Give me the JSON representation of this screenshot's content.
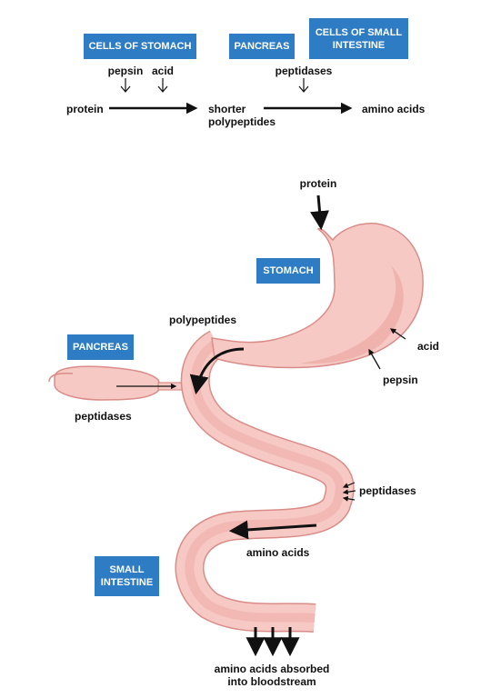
{
  "flow": {
    "boxes": {
      "stomach_cells": "CELLS OF STOMACH",
      "pancreas": "PANCREAS",
      "small_intestine_cells_line1": "CELLS OF SMALL",
      "small_intestine_cells_line2": "INTESTINE"
    },
    "enzymes": {
      "pepsin": "pepsin",
      "acid": "acid",
      "peptidases": "peptidases"
    },
    "stages": {
      "protein": "protein",
      "shorter_line1": "shorter",
      "shorter_line2": "polypeptides",
      "amino_acids": "amino acids"
    }
  },
  "diagram": {
    "boxes": {
      "stomach": "STOMACH",
      "pancreas": "PANCREAS",
      "small_intestine_line1": "SMALL",
      "small_intestine_line2": "INTESTINE"
    },
    "labels": {
      "protein": "protein",
      "polypeptides": "polypeptides",
      "acid": "acid",
      "pepsin": "pepsin",
      "peptidases_pancreas": "peptidases",
      "peptidases_intestine": "peptidases",
      "amino_acids": "amino acids",
      "absorbed_line1": "amino acids absorbed",
      "absorbed_line2": "into bloodstream"
    }
  },
  "colors": {
    "label_box": "#2e7cc4",
    "organ_fill": "#f6c9c4",
    "organ_inner": "#eeaaa6",
    "organ_outline": "#d98c88"
  }
}
